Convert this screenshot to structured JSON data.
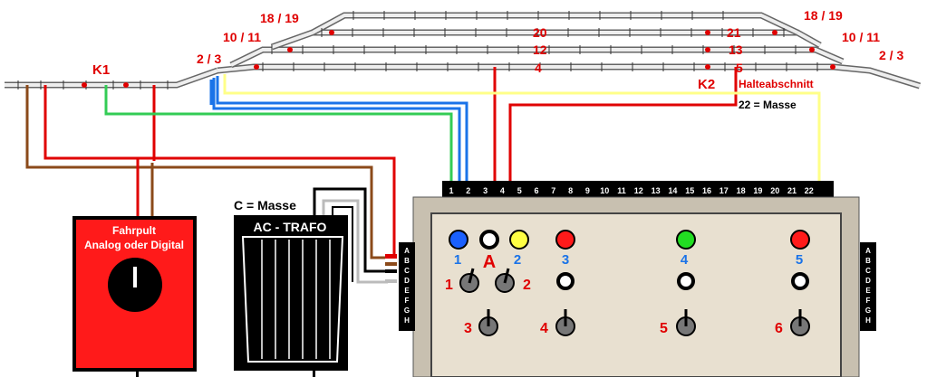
{
  "track_labels": {
    "k1": "K1",
    "k2": "K2",
    "sw_2_3_left": "2 / 3",
    "sw_10_11_left": "10 / 11",
    "sw_18_19_left": "18 / 19",
    "sw_18_19_right": "18 / 19",
    "sw_10_11_right": "10 / 11",
    "sw_2_3_right": "2 / 3",
    "track_20": "20",
    "track_21": "21",
    "track_12": "12",
    "track_13": "13",
    "track_4": "4",
    "track_5": "5",
    "halteabschnitt": "Halteabschnitt",
    "masse_22": "22 = Masse"
  },
  "controller": {
    "line1": "Fahrpult",
    "line2": "Analog oder Digital"
  },
  "trafo": {
    "title": "AC - TRAFO",
    "masse_label": "C = Masse"
  },
  "panel": {
    "terminals": [
      "1",
      "2",
      "3",
      "4",
      "5",
      "6",
      "7",
      "8",
      "9",
      "10",
      "11",
      "12",
      "13",
      "14",
      "15",
      "16",
      "17",
      "18",
      "19",
      "20",
      "21",
      "22"
    ],
    "side_letters": [
      "A",
      "B",
      "C",
      "D",
      "E",
      "F",
      "G",
      "H"
    ],
    "led_labels": [
      "1",
      "2",
      "3",
      "4",
      "5"
    ],
    "common_label": "A",
    "switch_labels": [
      "1",
      "2",
      "3",
      "4",
      "5",
      "6"
    ]
  },
  "colors": {
    "track_red": "#e00000",
    "wire_brown": "#8b4a1a",
    "wire_green": "#33cc55",
    "wire_blue": "#1a73e8",
    "wire_yellow": "#ffff88",
    "controller_red": "#ff1a1a",
    "panel_beige": "#e8e0d0",
    "led_blue": "#1a60ff",
    "led_yellow": "#ffff44",
    "led_red": "#ff1a1a",
    "led_green": "#22dd22"
  }
}
